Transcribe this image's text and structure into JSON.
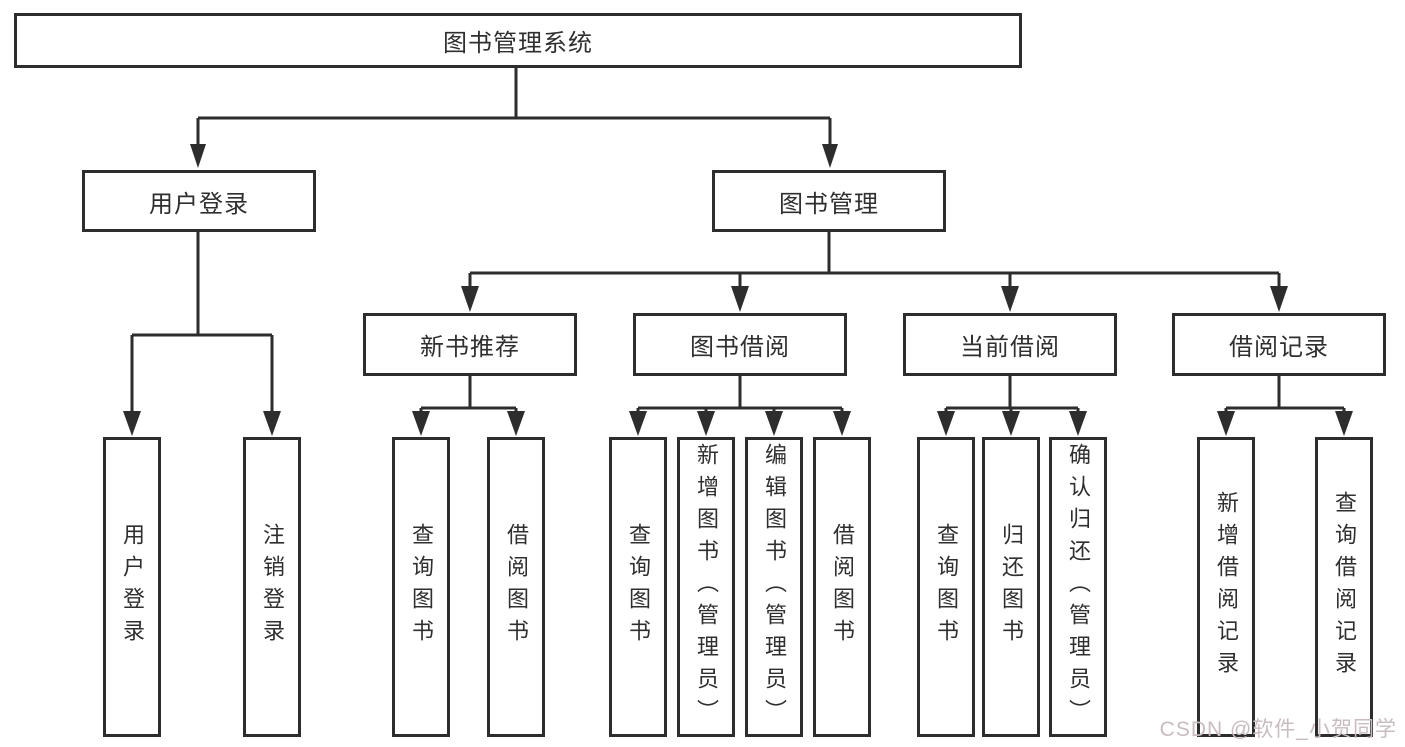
{
  "tree": {
    "root": {
      "label": "图书管理系统"
    },
    "branches": [
      {
        "label": "用户登录",
        "leaves": [
          "用户登录",
          "注销登录"
        ]
      },
      {
        "label": "图书管理",
        "groups": [
          {
            "label": "新书推荐",
            "leaves": [
              "查询图书",
              "借阅图书"
            ]
          },
          {
            "label": "图书借阅",
            "leaves": [
              "查询图书",
              "新增图书（管理员）",
              "编辑图书（管理员）",
              "借阅图书"
            ]
          },
          {
            "label": "当前借阅",
            "leaves": [
              "查询图书",
              "归还图书",
              "确认归还（管理员）"
            ]
          },
          {
            "label": "借阅记录",
            "leaves": [
              "新增借阅记录",
              "查询借阅记录"
            ]
          }
        ]
      }
    ]
  },
  "watermark": {
    "text": "CSDN @软件_小贺同学"
  },
  "colors": {
    "line": "#2d2d2d",
    "text": "#2f2f2f",
    "background": "#ffffff",
    "watermark": "#c8bcc0"
  }
}
